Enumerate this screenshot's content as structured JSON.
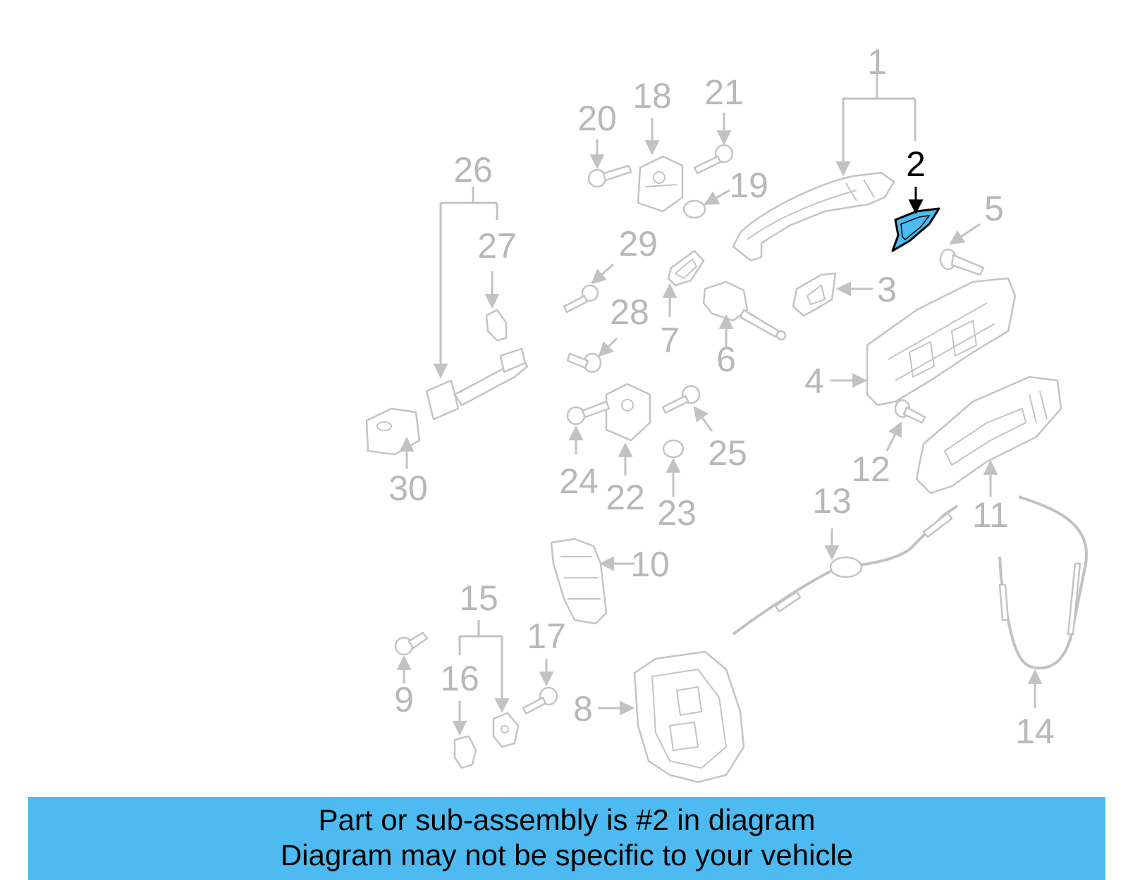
{
  "diagram": {
    "highlight_color": "#4dbbf1",
    "highlighted_callout": "2",
    "callouts": {
      "c1": "1",
      "c2": "2",
      "c3": "3",
      "c4": "4",
      "c5": "5",
      "c6": "6",
      "c7": "7",
      "c8": "8",
      "c9": "9",
      "c10": "10",
      "c11": "11",
      "c12": "12",
      "c13": "13",
      "c14": "14",
      "c15": "15",
      "c16": "16",
      "c17": "17",
      "c18": "18",
      "c19": "19",
      "c20": "20",
      "c21": "21",
      "c22": "22",
      "c23": "23",
      "c24": "24",
      "c25": "25",
      "c26": "26",
      "c27": "27",
      "c28": "28",
      "c29": "29",
      "c30": "30"
    }
  },
  "banner": {
    "line1": "Part or sub-assembly is #2 in diagram",
    "line2": "Diagram may not be specific to your vehicle",
    "color": "#4dbbf1"
  }
}
